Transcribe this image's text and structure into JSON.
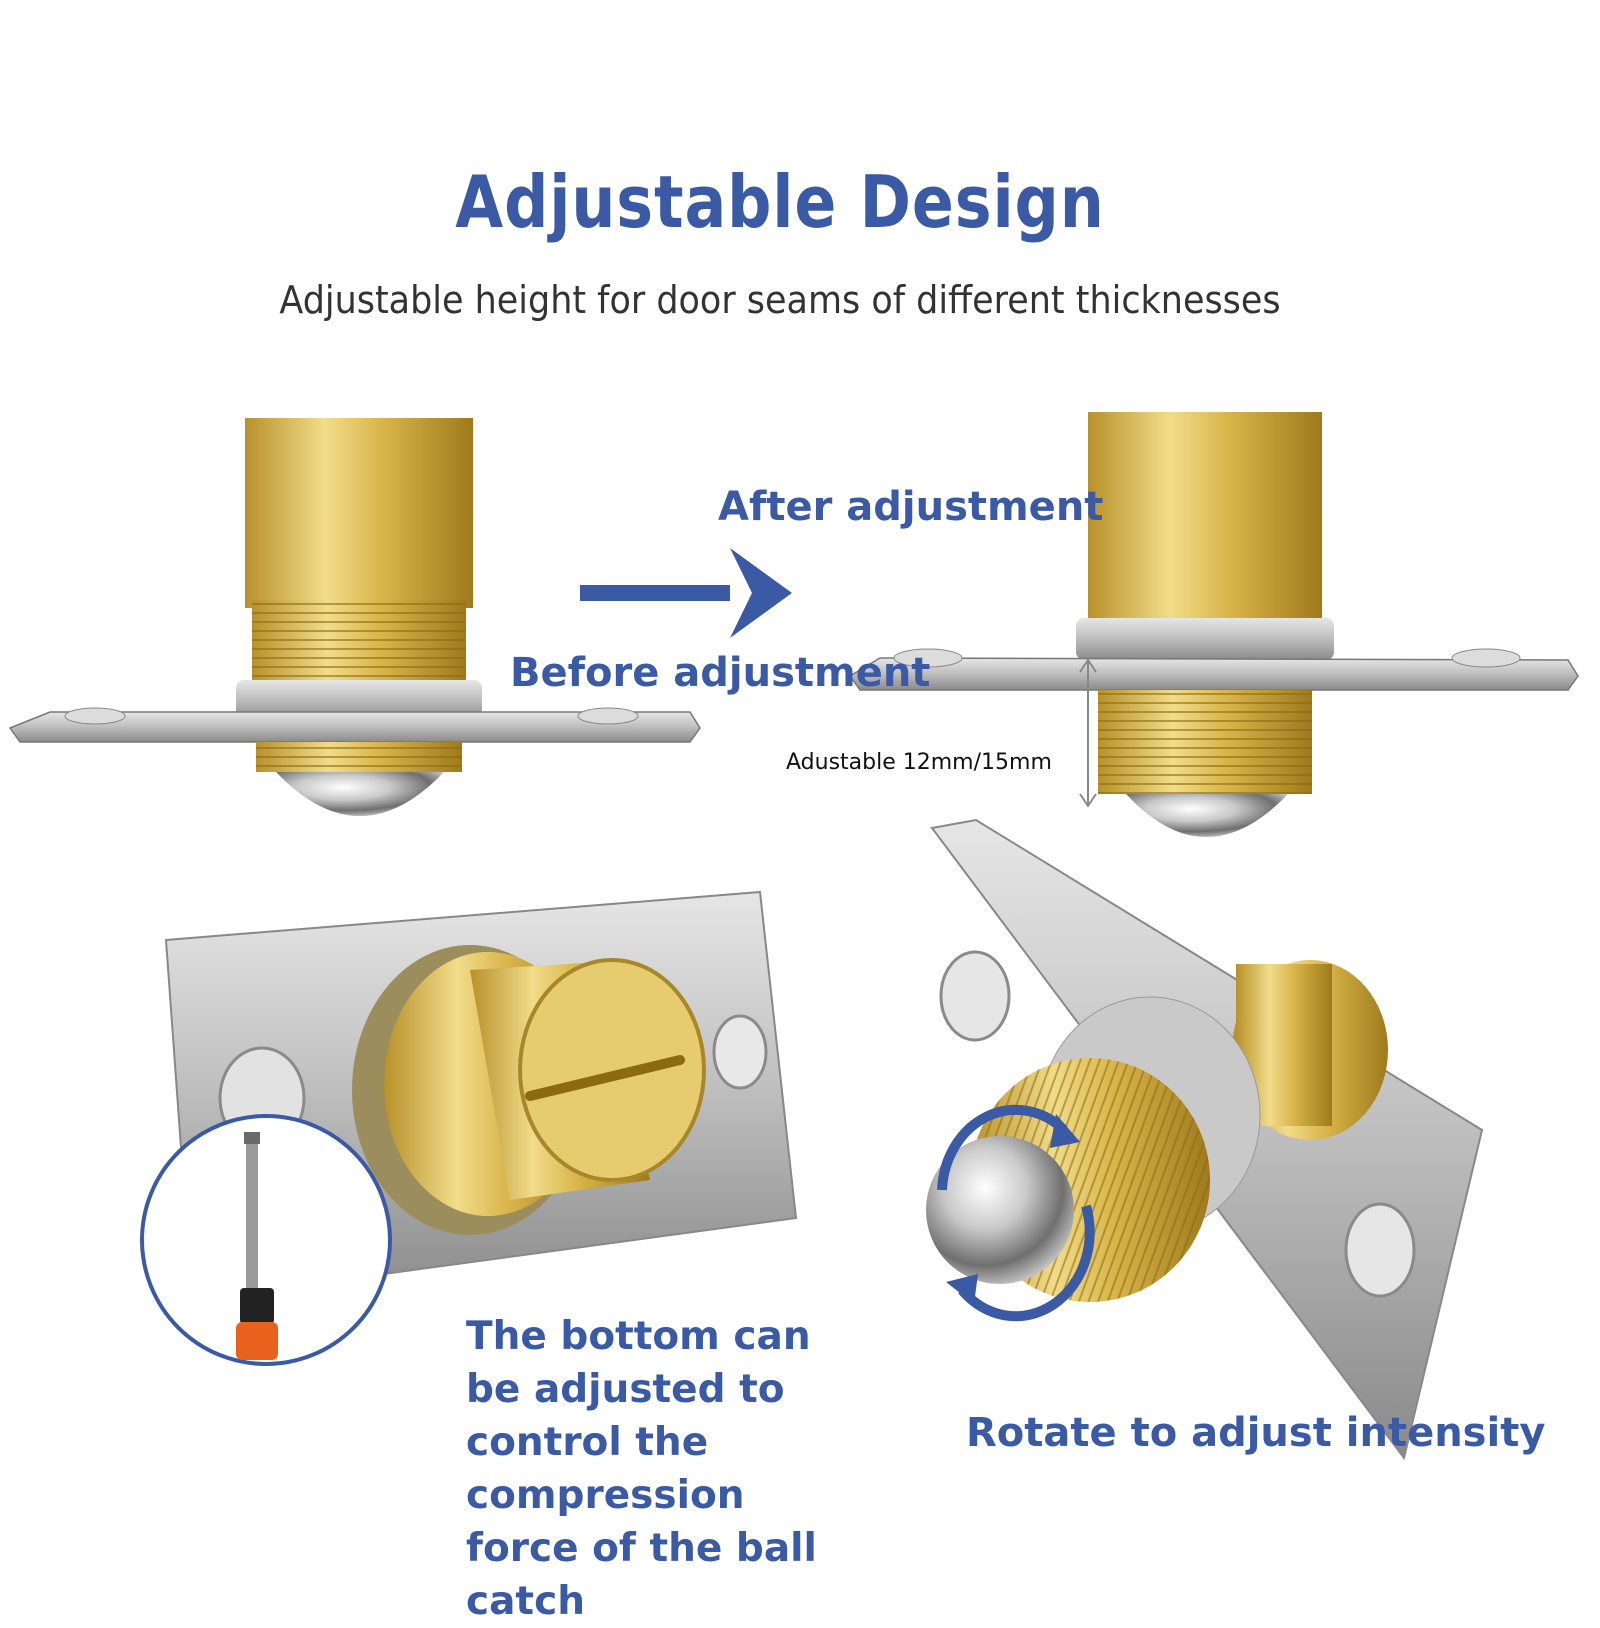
{
  "header": {
    "title": "Adjustable Design",
    "subtitle": "Adjustable height for door seams of different thicknesses"
  },
  "labels": {
    "before": "Before adjustment",
    "after": "After adjustment",
    "range": "Adustable 12mm/15mm",
    "bottom_note": "The bottom can be adjusted to control the compression force of the ball catch",
    "rotate_note": "Rotate to adjust intensity"
  },
  "colors": {
    "accent": "#3a5aa6",
    "brass": "#d8b64a",
    "steel": "#b8b8b8",
    "screwdriver_handle": "#e8621e"
  },
  "icons": {
    "arrow": "right-arrow-icon",
    "rotate": "rotate-arrows-icon",
    "screwdriver": "screwdriver-icon"
  }
}
